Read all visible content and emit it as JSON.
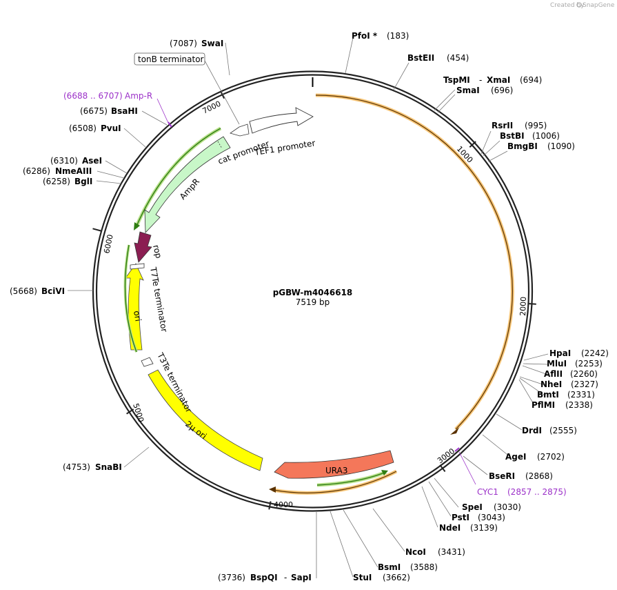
{
  "brand": {
    "created_by": "Created by",
    "name": "SnapGene"
  },
  "plasmid": {
    "name": "pGBW-m4046618",
    "length_label": "7519 bp"
  },
  "ticks": [
    "1000",
    "2000",
    "3000",
    "4000",
    "5000",
    "6000",
    "7000"
  ],
  "enzymes": {
    "pfoi": {
      "name": "PfoI *",
      "pos": "(183)"
    },
    "bsteii": {
      "name": "BstEII",
      "pos": "(454)"
    },
    "tspmi": {
      "name": "TspMI",
      "sep": "-",
      "name2": "XmaI",
      "pos": "(694)"
    },
    "smai": {
      "name": "SmaI",
      "pos": "(696)"
    },
    "rsrii": {
      "name": "RsrII",
      "pos": "(995)"
    },
    "bstbi": {
      "name": "BstBI",
      "pos": "(1006)"
    },
    "bmgbi": {
      "name": "BmgBI",
      "pos": "(1090)"
    },
    "hpai": {
      "name": "HpaI",
      "pos": "(2242)"
    },
    "mlui": {
      "name": "MluI",
      "pos": "(2253)"
    },
    "aflii": {
      "name": "AflII",
      "pos": "(2260)"
    },
    "nhei": {
      "name": "NheI",
      "pos": "(2327)"
    },
    "bmti": {
      "name": "BmtI",
      "pos": "(2331)"
    },
    "pflmi": {
      "name": "PflMI",
      "pos": "(2338)"
    },
    "drdi": {
      "name": "DrdI",
      "pos": "(2555)"
    },
    "agei": {
      "name": "AgeI",
      "pos": "(2702)"
    },
    "beri": {
      "name": "BseRI",
      "pos": "(2868)"
    },
    "spei": {
      "name": "SpeI",
      "pos": "(3030)"
    },
    "psti": {
      "name": "PstI",
      "pos": "(3043)"
    },
    "ndei": {
      "name": "NdeI",
      "pos": "(3139)"
    },
    "ncoi": {
      "name": "NcoI",
      "pos": "(3431)"
    },
    "bsmi": {
      "name": "BsmI",
      "pos": "(3588)"
    },
    "stui": {
      "name": "StuI",
      "pos": "(3662)"
    },
    "bspqi": {
      "name": "BspQI",
      "sep": "-",
      "name2": "SapI",
      "pos": "(3736)"
    },
    "snabi": {
      "name": "SnaBI",
      "pos": "(4753)"
    },
    "bcivi": {
      "name": "BciVI",
      "pos": "(5668)"
    },
    "bgli": {
      "name": "BglI",
      "pos": "(6258)"
    },
    "nmeaiii": {
      "name": "NmeAIII",
      "pos": "(6286)"
    },
    "asei": {
      "name": "AseI",
      "pos": "(6310)"
    },
    "pvui": {
      "name": "PvuI",
      "pos": "(6508)"
    },
    "bsahi": {
      "name": "BsaHI",
      "pos": "(6675)"
    },
    "swai": {
      "name": "SwaI",
      "pos": "(7087)"
    }
  },
  "primers": {
    "cyc1": {
      "name": "CYC1",
      "range": "(2857 .. 2875)"
    },
    "ampr": {
      "name": "Amp-R",
      "range": "(6688 .. 6707)"
    }
  },
  "features": {
    "tonb": "tonB terminator",
    "cat_promoter": "cat promoter",
    "tef1": "TEF1 promoter",
    "ampr": "AmpR",
    "rop": "rop",
    "t7te": "T7Te terminator",
    "ori": "ori",
    "t3te": "T3Te terminator",
    "two_micron": "2µ ori",
    "ura3": "URA3"
  },
  "colors": {
    "backbone": "#222222",
    "orf_fill": "#f6c577",
    "orf_line": "#5a3200",
    "green_line": "#2e7d12",
    "green_glow": "#b8e08a",
    "ampr_fill": "#c8f7c8",
    "rop_fill": "#8b1e52",
    "ori_fill": "#ffff00",
    "ura3_fill": "#f4775a",
    "primer": "#9b30c8",
    "promoter_fill": "#ffffff"
  }
}
